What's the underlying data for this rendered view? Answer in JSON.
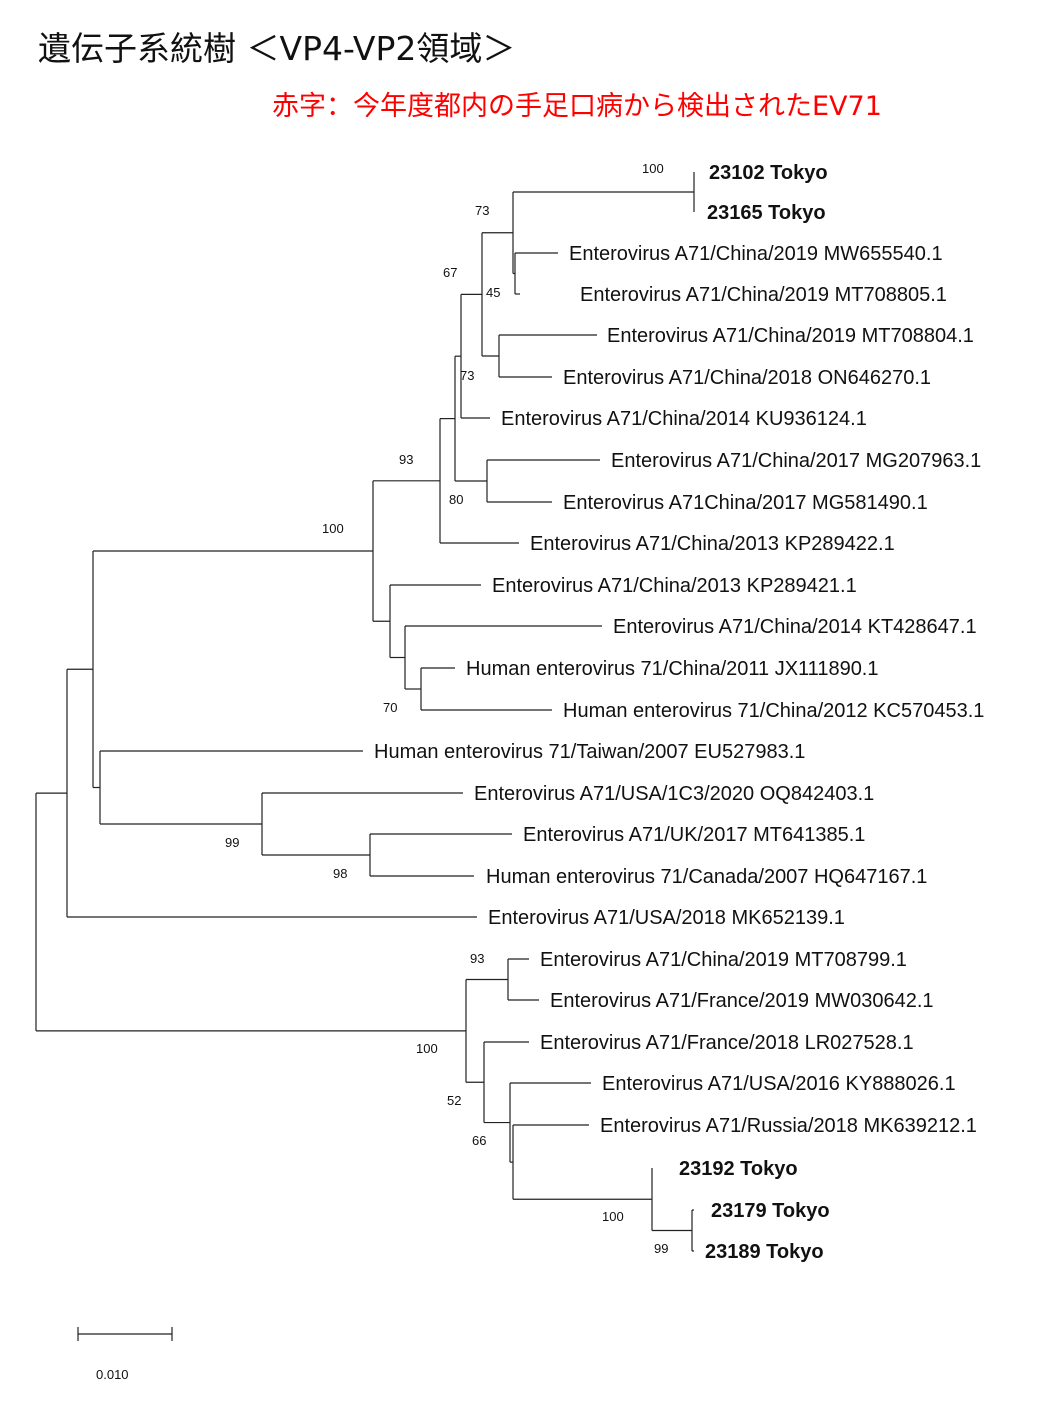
{
  "title": "遺伝子系統樹 ＜VP4-VP2領域＞",
  "subtitle": "赤字：今年度都内の手足口病から検出されたEV71",
  "colors": {
    "highlight": "#ff0000",
    "line": "#222222",
    "text": "#111111"
  },
  "tree": {
    "leaves": [
      {
        "label": "23102 Tokyo",
        "highlight": true
      },
      {
        "label": "23165 Tokyo",
        "highlight": true
      },
      {
        "label": "Enterovirus A71/China/2019 MW655540.1",
        "highlight": false
      },
      {
        "label": "Enterovirus A71/China/2019 MT708805.1",
        "highlight": false
      },
      {
        "label": "Enterovirus A71/China/2019 MT708804.1",
        "highlight": false
      },
      {
        "label": "Enterovirus A71/China/2018 ON646270.1",
        "highlight": false
      },
      {
        "label": "Enterovirus A71/China/2014 KU936124.1",
        "highlight": false
      },
      {
        "label": "Enterovirus A71/China/2017 MG207963.1",
        "highlight": false
      },
      {
        "label": "Enterovirus A71China/2017 MG581490.1",
        "highlight": false
      },
      {
        "label": "Enterovirus A71/China/2013 KP289422.1",
        "highlight": false
      },
      {
        "label": "Enterovirus A71/China/2013 KP289421.1",
        "highlight": false
      },
      {
        "label": "Enterovirus A71/China/2014 KT428647.1",
        "highlight": false
      },
      {
        "label": "Human enterovirus 71/China/2011 JX111890.1",
        "highlight": false
      },
      {
        "label": "Human enterovirus 71/China/2012 KC570453.1",
        "highlight": false
      },
      {
        "label": "Human enterovirus 71/Taiwan/2007 EU527983.1",
        "highlight": false
      },
      {
        "label": "Enterovirus A71/USA/1C3/2020 OQ842403.1",
        "highlight": false
      },
      {
        "label": "Enterovirus A71/UK/2017 MT641385.1",
        "highlight": false
      },
      {
        "label": "Human enterovirus 71/Canada/2007 HQ647167.1",
        "highlight": false
      },
      {
        "label": "Enterovirus A71/USA/2018 MK652139.1",
        "highlight": false
      },
      {
        "label": "Enterovirus A71/China/2019 MT708799.1",
        "highlight": false
      },
      {
        "label": "Enterovirus A71/France/2019 MW030642.1",
        "highlight": false
      },
      {
        "label": "Enterovirus A71/France/2018 LR027528.1",
        "highlight": false
      },
      {
        "label": "Enterovirus A71/USA/2016 KY888026.1",
        "highlight": false
      },
      {
        "label": "Enterovirus A71/Russia/2018 MK639212.1",
        "highlight": false
      },
      {
        "label": "23192 Tokyo",
        "highlight": true
      },
      {
        "label": "23179 Tokyo",
        "highlight": true
      },
      {
        "label": "23189 Tokyo",
        "highlight": true
      }
    ],
    "bootstrap": [
      "100",
      "73",
      "67",
      "45",
      "73",
      "93",
      "80",
      "100",
      "70",
      "99",
      "98",
      "93",
      "100",
      "52",
      "66",
      "100",
      "99"
    ],
    "scale_bar": {
      "label": "0.010",
      "length": 0.01
    }
  }
}
